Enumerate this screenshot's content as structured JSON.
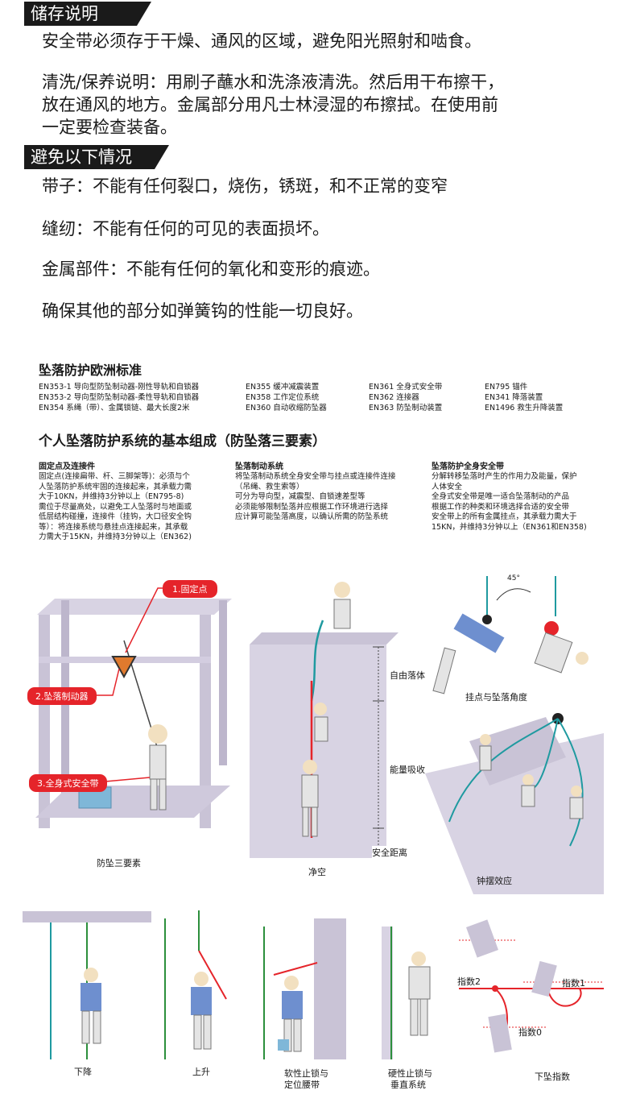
{
  "storage": {
    "title": "储存说明",
    "line1": "安全带必须存于干燥、通风的区域，避免阳光照射和啮食。",
    "clean1": "清洗/保养说明：用刷子蘸水和洗涤液清洗。然后用干布擦干，",
    "clean2": "放在通风的地方。金属部分用凡士林浸湿的布擦拭。在使用前",
    "clean3": "一定要检查装备。"
  },
  "avoid": {
    "title": "避免以下情况",
    "items": [
      "带子：不能有任何裂口，烧伤，锈斑，和不正常的变窄",
      "缝纫：不能有任何的可见的表面损坏。",
      "金属部件：不能有任何的氧化和变形的痕迹。",
      "确保其他的部分如弹簧钩的性能一切良好。"
    ]
  },
  "standards": {
    "title": "坠落防护欧洲标准",
    "col1": [
      "EN353-1 导向型防坠制动器-刚性导轨和自锁器",
      "EN353-2 导向型防坠制动器-柔性导轨和自锁器",
      "EN354  系绳（带）、金属锁链、最大长度2米"
    ],
    "col2": [
      "EN355 缓冲减震装置",
      "EN358 工作定位系统",
      "EN360 自动收缩防坠器"
    ],
    "col3": [
      "EN361 全身式安全带",
      "EN362 连接器",
      "EN363 防坠制动装置"
    ],
    "col4": [
      "EN795 锚件",
      "EN341 降落装置",
      "EN1496 救生升降装置"
    ]
  },
  "elements": {
    "title": "个人坠落防护系统的基本组成（防坠落三要素）",
    "anchor": {
      "title": "固定点及连接件",
      "lines": [
        "固定点(连接扁带、杆、三脚架等)：必须与个",
        "人坠落防护系统牢固的连接起来，其承载力需",
        "大于10KN，并维持3分钟以上（EN795-8)",
        "需位于尽量高处，以避免工人坠落时与地面或",
        "低层结构碰撞，连接件（挂钩，大口径安全钩",
        "等）：将连接系统与悬挂点连接起来，其承载",
        "力需大于15KN，并维持3分钟以上（EN362)"
      ]
    },
    "arrest": {
      "title": "坠落制动系统",
      "lines": [
        "将坠落制动系统全身安全带与挂点或连接件连接",
        "（吊绳、救生索等）",
        "可分为导向型，减震型、自锁速差型等",
        "必须能够限制坠落并应根据工作环境进行选择",
        "应计算可能坠落高度，以确认所需的防坠系统"
      ]
    },
    "harness": {
      "title": "坠落防护全身安全带",
      "lines": [
        "分解转移坠落时产生的作用力及能量，保护",
        "人体安全",
        "全身式安全带是唯一适合坠落制动的产品",
        "根据工作的种类和环境选择合适的安全带",
        "安全带上的所有金属挂点，其承载力需大于",
        "15KN，并维持3分钟以上（EN361和EN358)"
      ]
    }
  },
  "diagram1": {
    "callout1": "1.固定点",
    "callout2": "2.坠落制动器",
    "callout3": "3.全身式安全带",
    "caption": "防坠三要素"
  },
  "diagram2": {
    "phase1": "自由落体",
    "phase2": "能量吸收",
    "phase3": "安全距离",
    "caption": "净空"
  },
  "diagram3": {
    "angle": "45°",
    "caption": "挂点与坠落角度"
  },
  "diagram4": {
    "caption": "钟摆效应"
  },
  "bottom": {
    "descend": "下降",
    "ascend": "上升",
    "soft1": "软性止锁与",
    "soft2": "定位腰带",
    "hard1": "硬性止锁与",
    "hard2": "垂直系统",
    "factor2": "指数2",
    "factor1": "指数1",
    "factor0": "指数0",
    "factor_cap": "下坠指数"
  },
  "colors": {
    "accent": "#e5242a",
    "rope": "#1f9aa0",
    "frame": "#c9c3d6",
    "dark": "#1a1a1a"
  }
}
